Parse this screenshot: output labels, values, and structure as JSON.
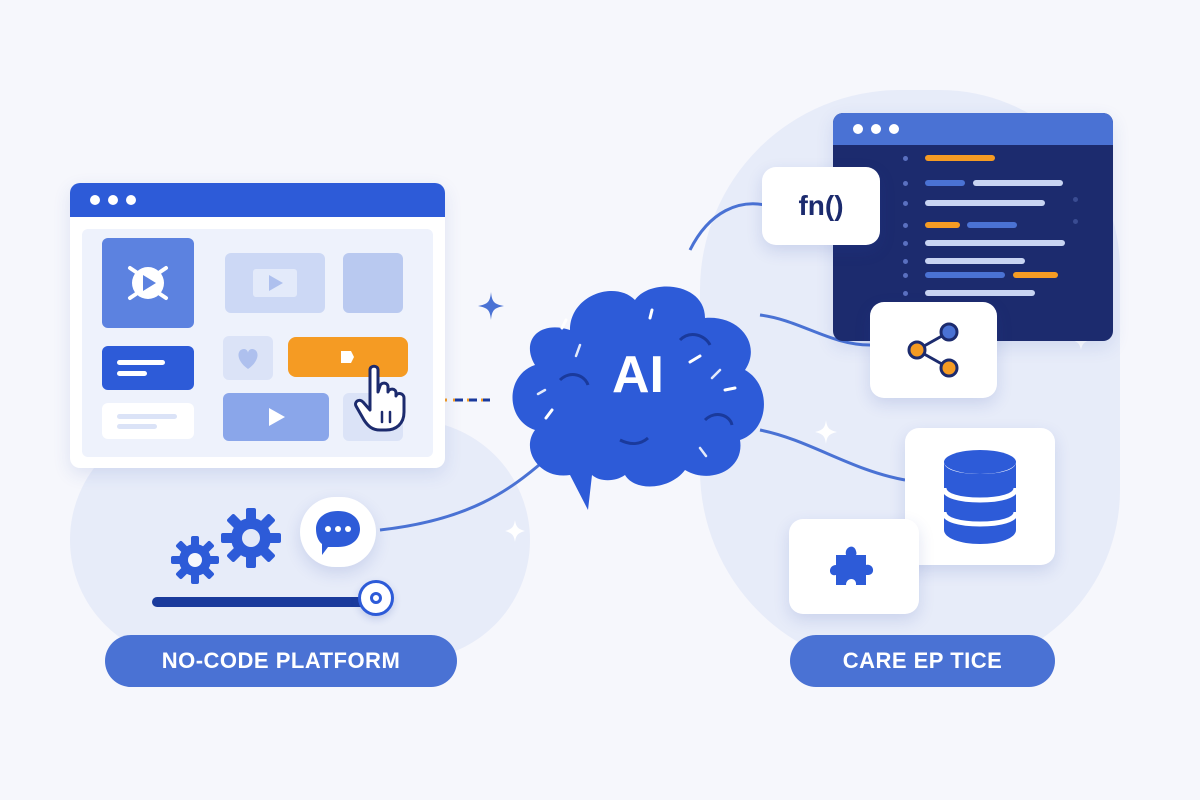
{
  "labels": {
    "left_pill": "NO-CODE PLATFORM",
    "right_pill": "CARE EP TICE",
    "brain": "AI",
    "function_card": "fn()"
  },
  "icons": {
    "window_left": "browser-window-icon",
    "window_right": "code-editor-icon",
    "play": "play-icon",
    "heart": "heart-icon",
    "cursor": "hand-pointer-icon",
    "gears": "gear-icon",
    "chat": "chat-bubble-icon",
    "share": "share-nodes-icon",
    "database": "database-icon",
    "puzzle": "puzzle-icon",
    "brain": "brain-icon",
    "sparkle": "sparkle-icon"
  },
  "colors": {
    "primary": "#2d5bd8",
    "primary_dark": "#1a3a9c",
    "light": "#aec0ee",
    "accent_orange": "#f59b23",
    "editor_bg": "#1c2b6e",
    "pill": "#4a72d4",
    "background": "#f6f7fc"
  }
}
